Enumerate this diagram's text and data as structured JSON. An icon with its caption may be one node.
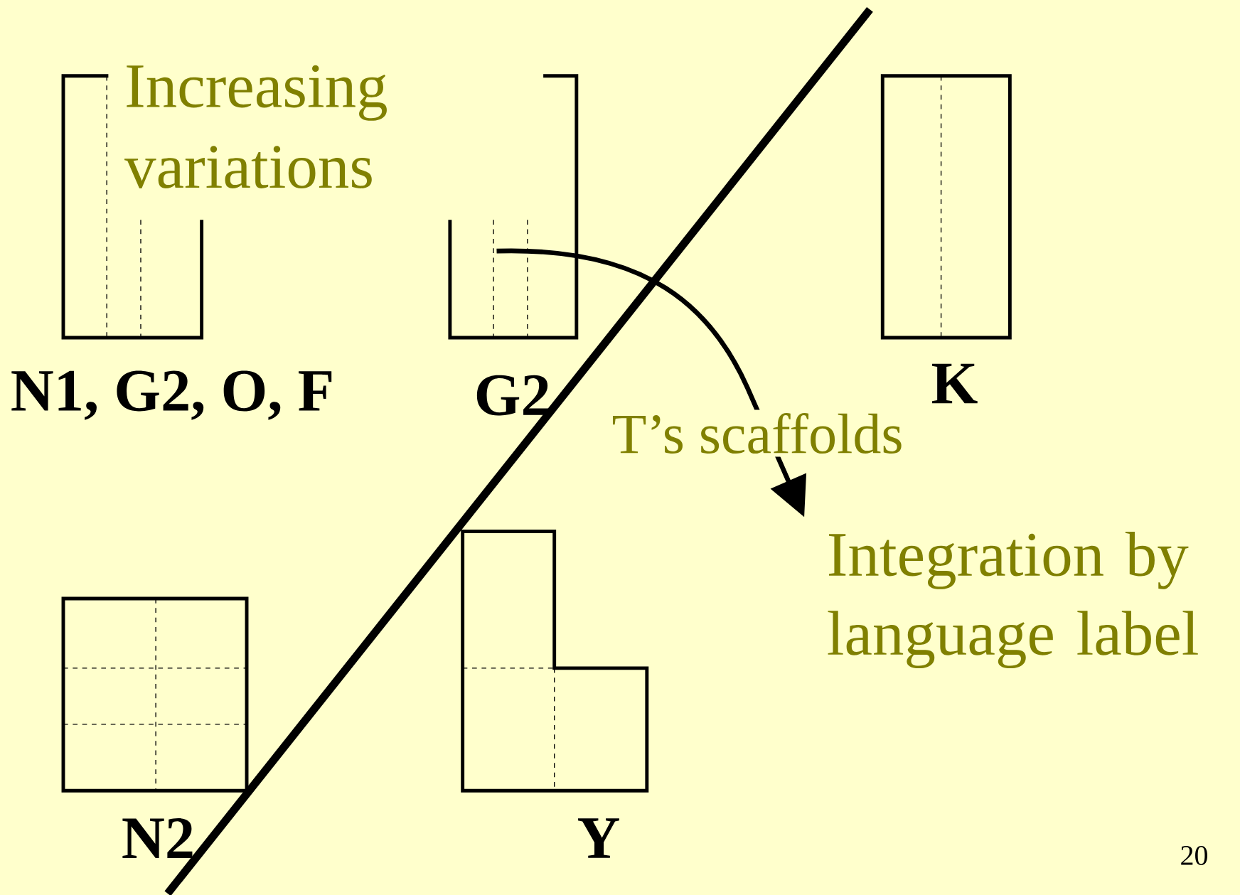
{
  "diagram": {
    "nodes": [
      {
        "text": [
          "N1, G2, O, F"
        ]
      },
      {
        "text": [
          "G2"
        ]
      },
      {
        "text": [
          "K"
        ]
      },
      {
        "text": [
          "N2"
        ]
      },
      {
        "text": [
          "Y"
        ]
      },
      {
        "text": [
          "Integration by language label"
        ]
      }
    ],
    "edges": [
      {
        "from": 1,
        "to": 5,
        "arrow": "to",
        "label": "T’s scaffolds"
      }
    ],
    "labels": [
      "Increasing variations",
      "20"
    ]
  }
}
